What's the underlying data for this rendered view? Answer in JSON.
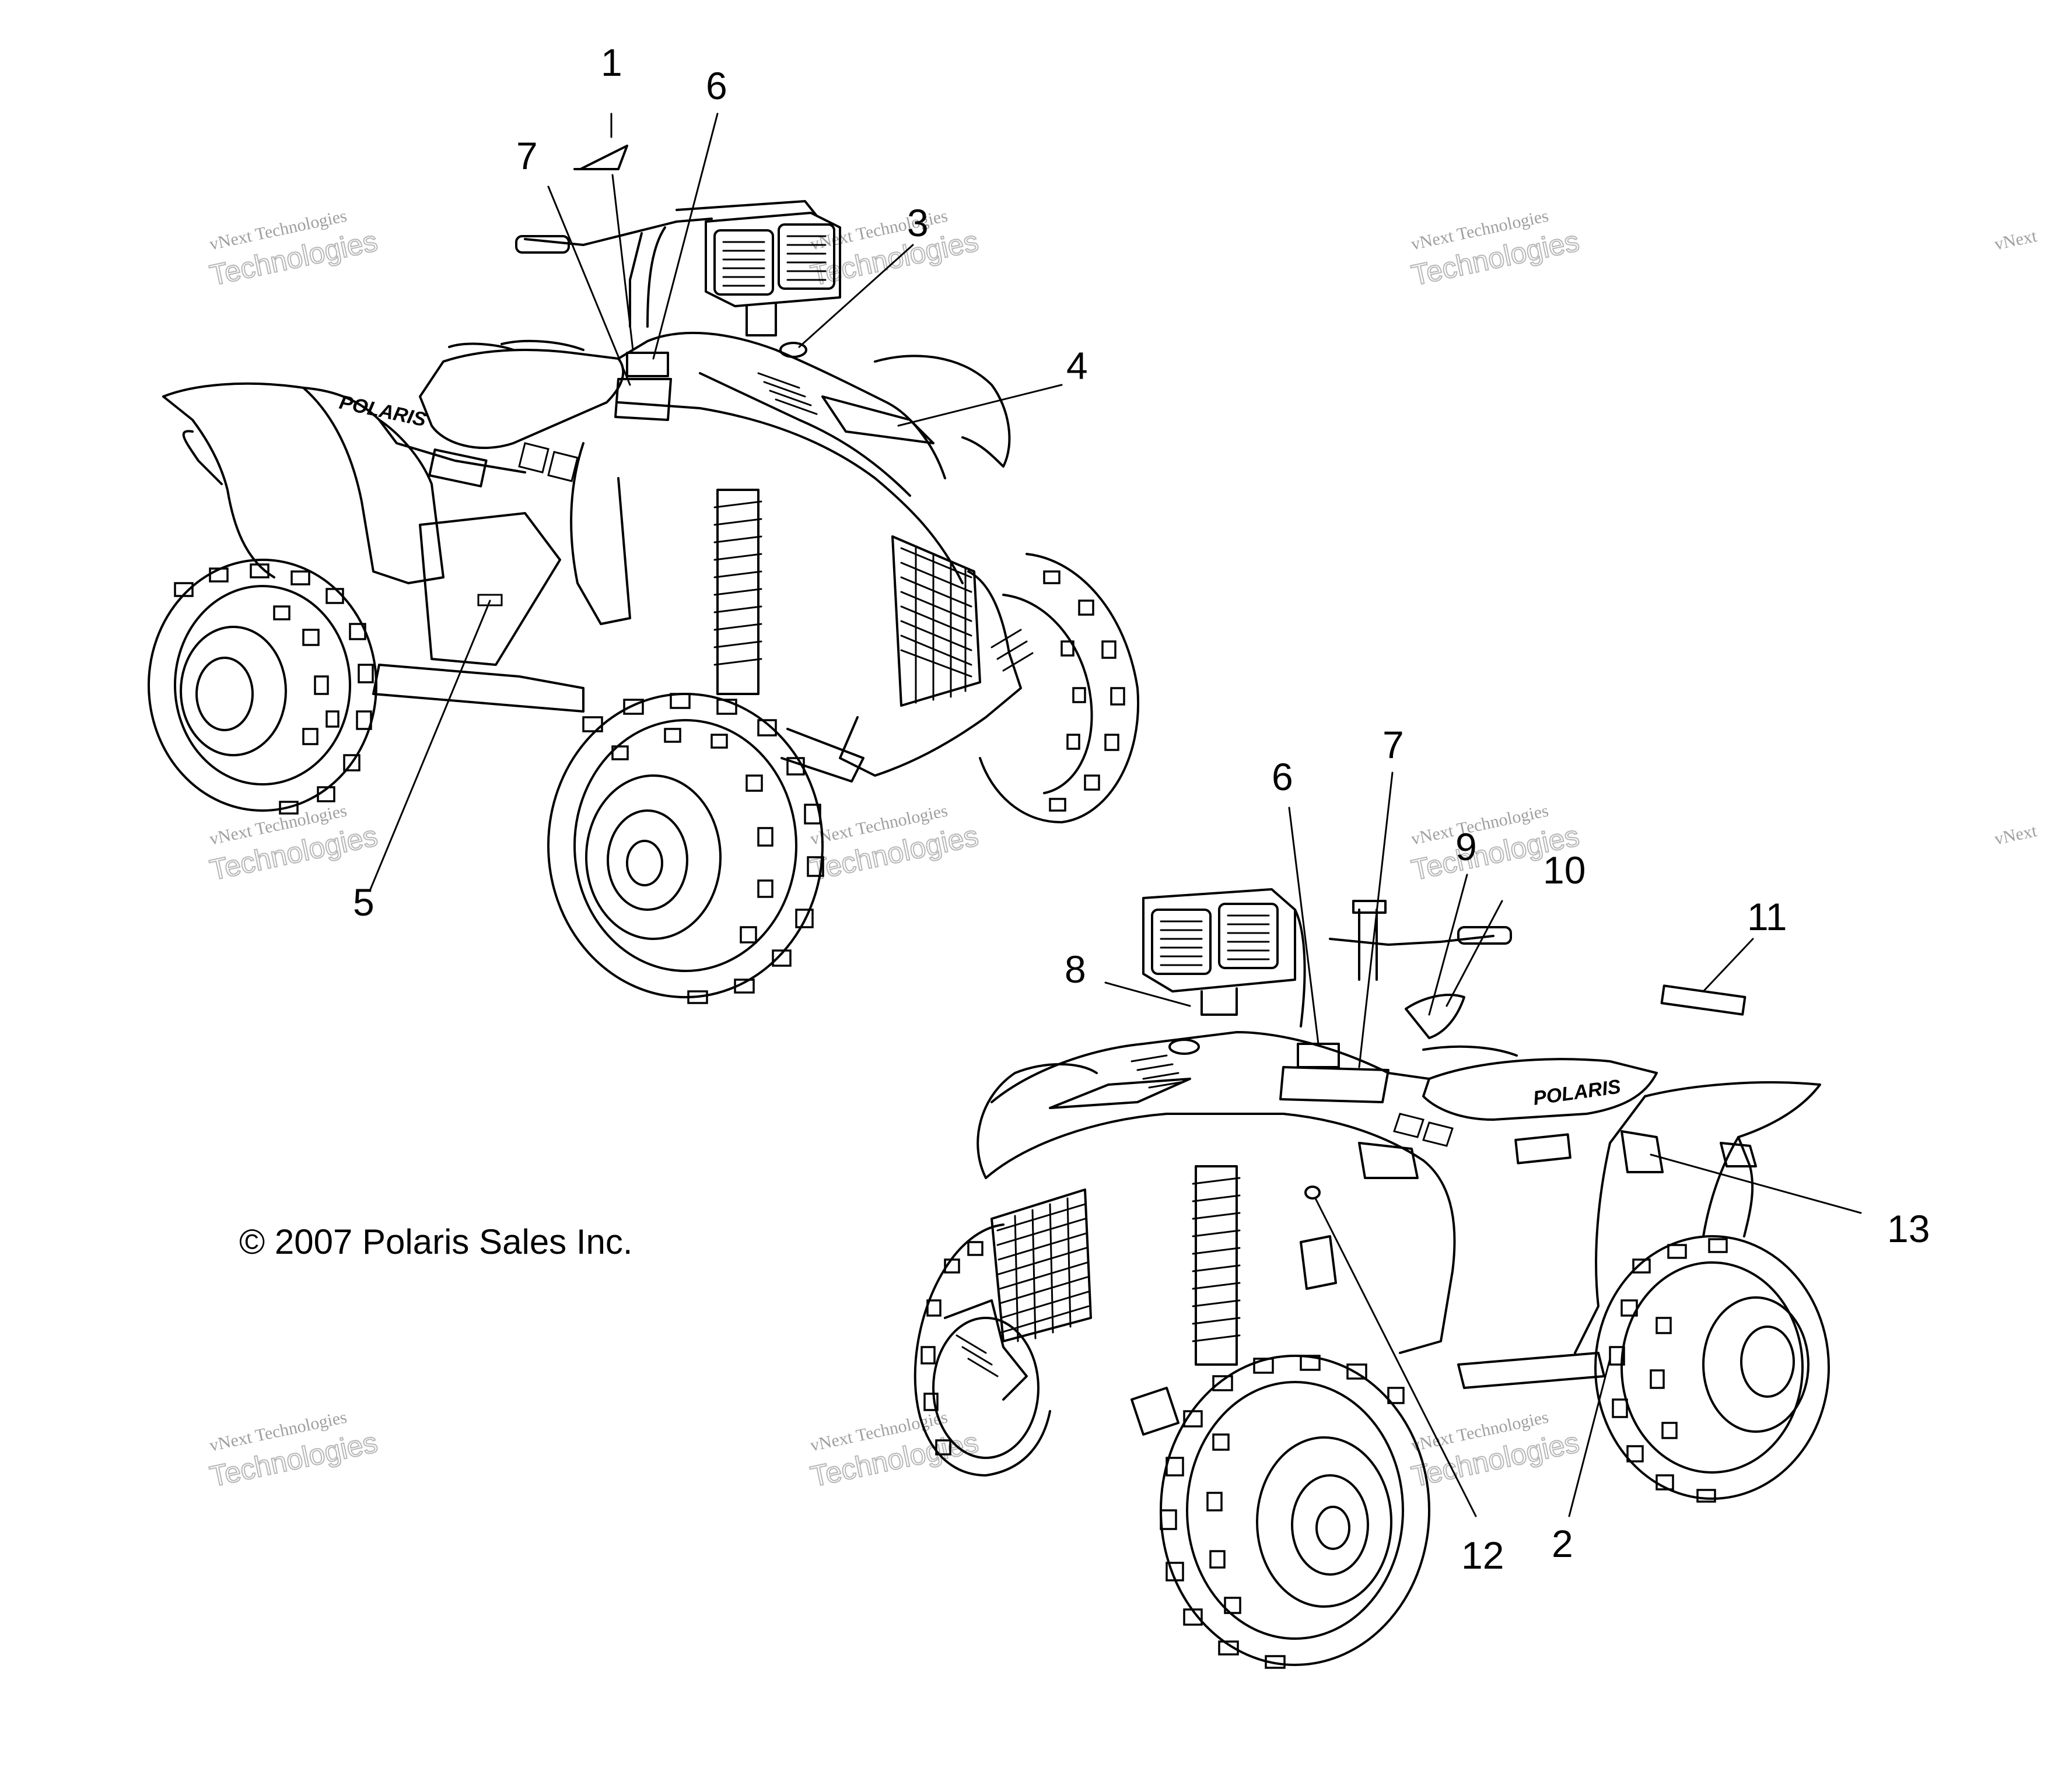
{
  "callouts": [
    {
      "id": "c1",
      "label": "1"
    },
    {
      "id": "c6a",
      "label": "6"
    },
    {
      "id": "c7a",
      "label": "7"
    },
    {
      "id": "c3",
      "label": "3"
    },
    {
      "id": "c4",
      "label": "4"
    },
    {
      "id": "c5",
      "label": "5"
    },
    {
      "id": "c6b",
      "label": "6"
    },
    {
      "id": "c7b",
      "label": "7"
    },
    {
      "id": "c9",
      "label": "9"
    },
    {
      "id": "c10",
      "label": "10"
    },
    {
      "id": "c11",
      "label": "11"
    },
    {
      "id": "c8",
      "label": "8"
    },
    {
      "id": "c13",
      "label": "13"
    },
    {
      "id": "c12",
      "label": "12"
    },
    {
      "id": "c2",
      "label": "2"
    }
  ],
  "copyright": "© 2007 Polaris Sales Inc.",
  "brand_label": "POLARIS",
  "watermark": {
    "line1": "vNext Technologies",
    "line2": "vNext",
    "line3": "Technologies"
  }
}
